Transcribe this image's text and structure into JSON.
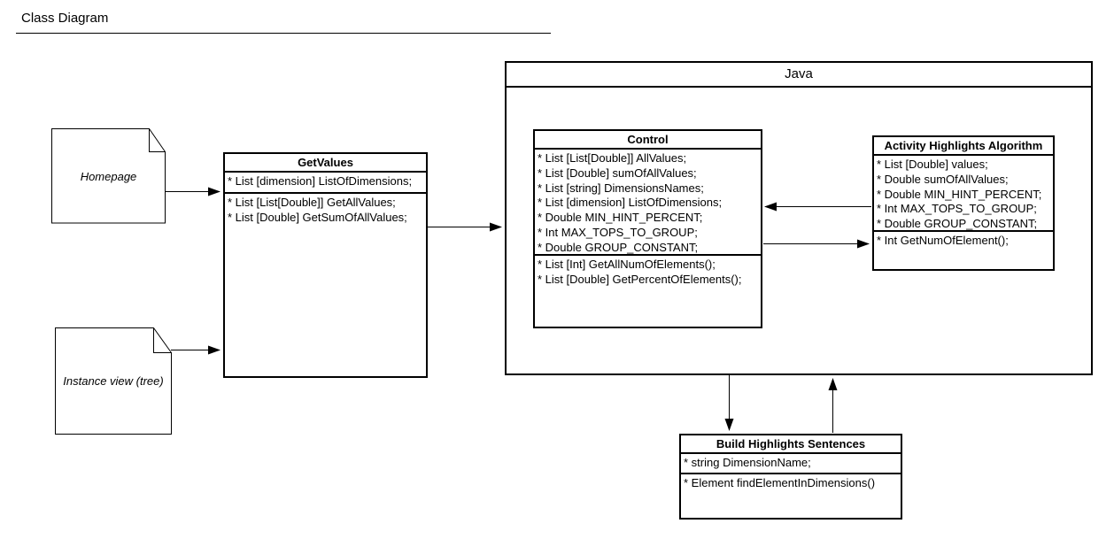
{
  "page": {
    "title": "Class Diagram"
  },
  "colors": {
    "line": "#000000",
    "fill": "#ffffff"
  },
  "notes": {
    "homepage": {
      "label": "Homepage"
    },
    "instance_view": {
      "label": "Instance view (tree)"
    }
  },
  "package": {
    "java": {
      "title": "Java"
    }
  },
  "classes": {
    "get_values": {
      "title": "GetValues",
      "attributes": [
        "* List [dimension] ListOfDimensions;"
      ],
      "methods": [
        "* List [List[Double]] GetAllValues;",
        "* List [Double] GetSumOfAllValues;"
      ]
    },
    "control": {
      "title": "Control",
      "attributes": [
        "* List [List[Double]] AllValues;",
        "* List [Double] sumOfAllValues;",
        "* List [string] DimensionsNames;",
        "* List [dimension] ListOfDimensions;",
        "* Double MIN_HINT_PERCENT;",
        "* Int MAX_TOPS_TO_GROUP;",
        "* Double GROUP_CONSTANT;"
      ],
      "methods": [
        "* List [Int] GetAllNumOfElements();",
        "* List [Double] GetPercentOfElements();"
      ]
    },
    "activity_highlights": {
      "title": "Activity Highlights Algorithm",
      "attributes": [
        "* List [Double] values;",
        "* Double sumOfAllValues;",
        "* Double MIN_HINT_PERCENT;",
        "* Int MAX_TOPS_TO_GROUP;",
        "* Double GROUP_CONSTANT;"
      ],
      "methods": [
        "* Int GetNumOfElement();"
      ]
    },
    "build_highlights": {
      "title": "Build Highlights Sentences",
      "attributes": [
        "* string DimensionName;"
      ],
      "methods": [
        "* Element findElementInDimensions()"
      ]
    }
  }
}
